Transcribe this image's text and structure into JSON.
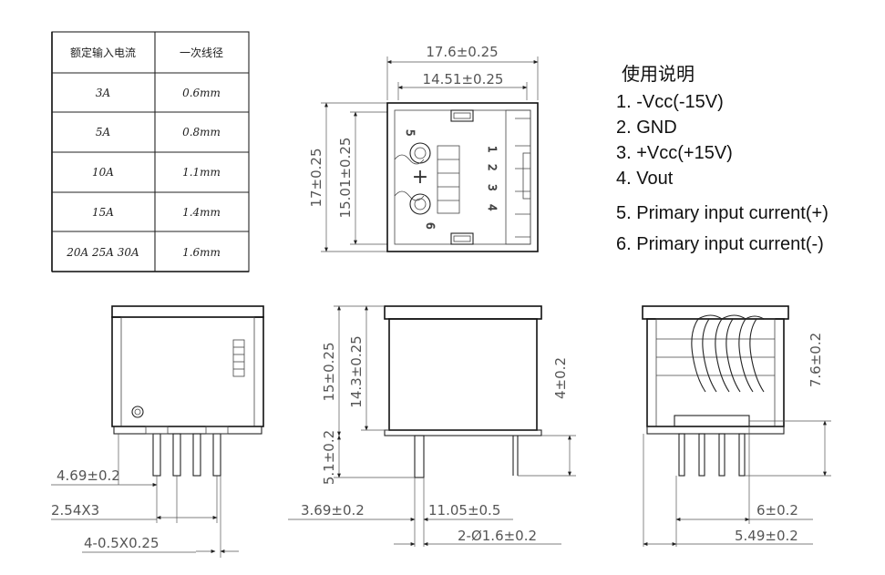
{
  "table": {
    "headers": [
      "额定输入电流",
      "一次线径"
    ],
    "rows": [
      {
        "current": "3A",
        "wire": "0.6mm"
      },
      {
        "current": "5A",
        "wire": "0.8mm"
      },
      {
        "current": "10A",
        "wire": "1.1mm"
      },
      {
        "current": "15A",
        "wire": "1.4mm"
      },
      {
        "current": "20A 25A 30A",
        "wire": "1.6mm"
      }
    ]
  },
  "notes": {
    "title": "使用说明",
    "items": [
      "1.  -Vcc(-15V)",
      "2.  GND",
      "3.  +Vcc(+15V)",
      "4.  Vout",
      "5.  Primary input current(+)",
      "6.  Primary input current(-)"
    ]
  },
  "dims": {
    "top_width": "17.6±0.25",
    "top_inner_width": "14.51±0.25",
    "top_height": "17±0.25",
    "top_inner_height": "15.01±0.25",
    "pitch_offset": "4.69±0.2",
    "pitch": "2.54X3",
    "pin_size": "4-0.5X0.25",
    "body_height": "15±0.25",
    "body_inner_height": "14.3±0.25",
    "pin_length": "5.1±0.2",
    "pin_offset": "3.69±0.2",
    "pin_span": "11.05±0.5",
    "primary_pins": "2-Ø1.6±0.2",
    "pin_height": "4±0.2",
    "coil_height": "7.6±0.2",
    "coil_offset": "6±0.2",
    "coil_offset2": "5.49±0.2"
  },
  "pin_labels": {
    "p1": "1",
    "p2": "2",
    "p3": "3",
    "p4": "4",
    "p5": "5",
    "p6": "6",
    "plus": "+"
  }
}
